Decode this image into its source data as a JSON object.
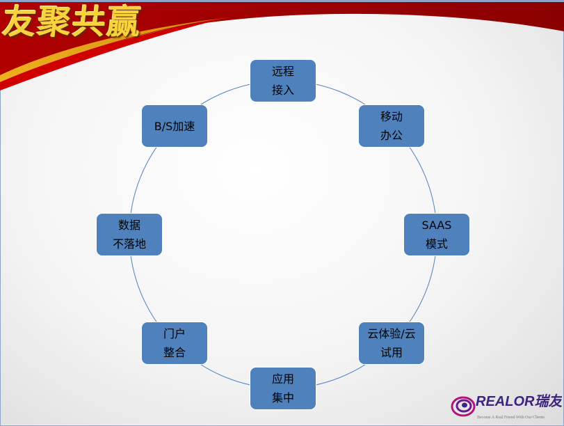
{
  "slide": {
    "title": "友聚共赢",
    "nodes": [
      {
        "line1": "远程",
        "line2": "接入"
      },
      {
        "line1": "移动",
        "line2": "办公"
      },
      {
        "line1": "SAAS",
        "line2": "模式"
      },
      {
        "line1": "云体验/云",
        "line2": "试用"
      },
      {
        "line1": "应用",
        "line2": "集中"
      },
      {
        "line1": "门户",
        "line2": "整合"
      },
      {
        "line1": "数据",
        "line2": "不落地"
      },
      {
        "line1": "B/S加速",
        "line2": ""
      }
    ],
    "logo": {
      "name": "REALOR瑞友",
      "tagline": "Become A Real Friend With Our Clients"
    },
    "colors": {
      "node_fill": "#4f81bd",
      "ring": "#4f81bd",
      "banner": "#9b0000",
      "accent": "#e0a010"
    }
  }
}
